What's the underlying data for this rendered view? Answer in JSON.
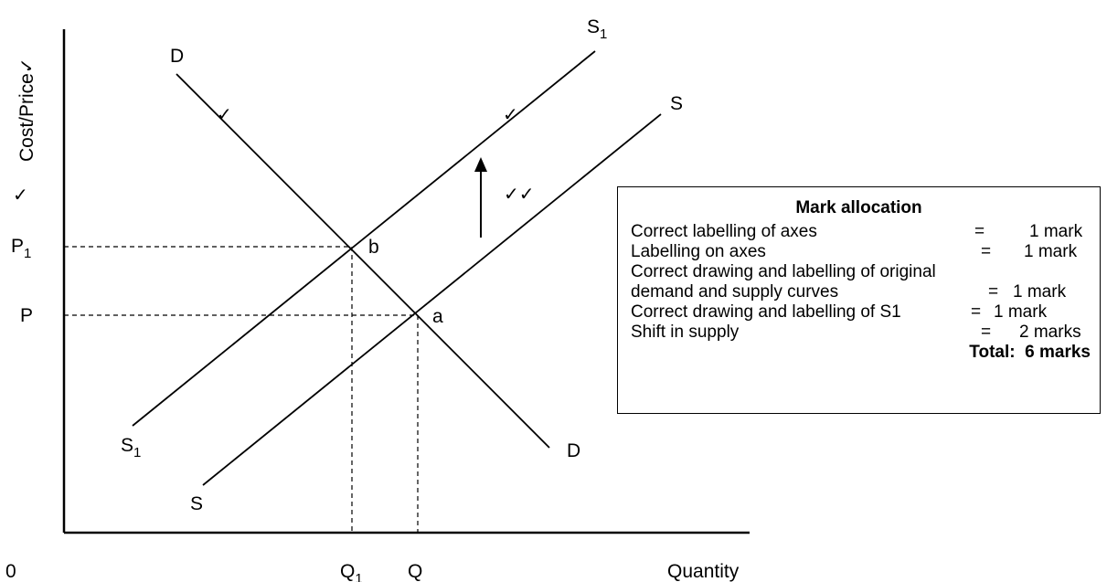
{
  "axes": {
    "y_label": "Cost/Price",
    "y_label_tick": "✓",
    "x_label": "Quantity",
    "origin": "0"
  },
  "price_labels": {
    "p1_main": "P",
    "p1_sub": "1",
    "p": "P"
  },
  "quantity_labels": {
    "q1_main": "Q",
    "q1_sub": "1",
    "q": "Q"
  },
  "curves": {
    "demand_top": "D",
    "demand_bottom": "D",
    "supply_top": "S",
    "supply_bottom": "S",
    "supply1_top_main": "S",
    "supply1_top_sub": "1",
    "supply1_bottom_main": "S",
    "supply1_bottom_sub": "1"
  },
  "points": {
    "b": "b",
    "a": "a"
  },
  "ticks": {
    "demand": "✓",
    "supply1": "✓",
    "shift": "✓✓",
    "price_axis": "✓"
  },
  "mark_allocation": {
    "title": "Mark allocation",
    "rows": [
      {
        "label": "Correct labelling of axes",
        "eq": "=",
        "value": "1 mark"
      },
      {
        "label": "Labelling on axes",
        "eq": "=",
        "value": "1 mark"
      },
      {
        "label": "Correct drawing and labelling of original",
        "eq": "",
        "value": ""
      },
      {
        "label": "demand and supply curves",
        "eq": "=",
        "value": "1 mark"
      },
      {
        "label": "Correct drawing and labelling of S1",
        "eq": "=",
        "value": "1 mark"
      },
      {
        "label": "Shift in supply",
        "eq": "=",
        "value": "2 marks"
      }
    ],
    "total_label": "Total:",
    "total_value": "6 marks"
  }
}
